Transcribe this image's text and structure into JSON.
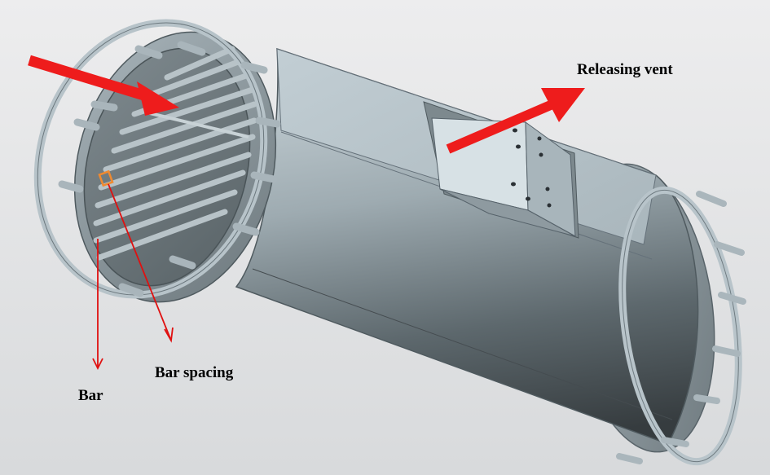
{
  "labels": {
    "releasing_vent": "Releasing vent",
    "bar_spacing": "Bar spacing",
    "bar": "Bar"
  },
  "colors": {
    "background": "#e6e7e8",
    "arrow": "#ee1c1c",
    "pointer": "#e01010",
    "highlight": "#f08a30",
    "body_light": "#b5c2c8",
    "body_dark": "#3b4246",
    "edge": "#4f5a5f",
    "ring": "#b8c4ca"
  },
  "icons": {
    "inlet": "red-arrow-icon",
    "outlet": "red-arrow-icon",
    "pointer": "thin-red-arrow-icon"
  }
}
